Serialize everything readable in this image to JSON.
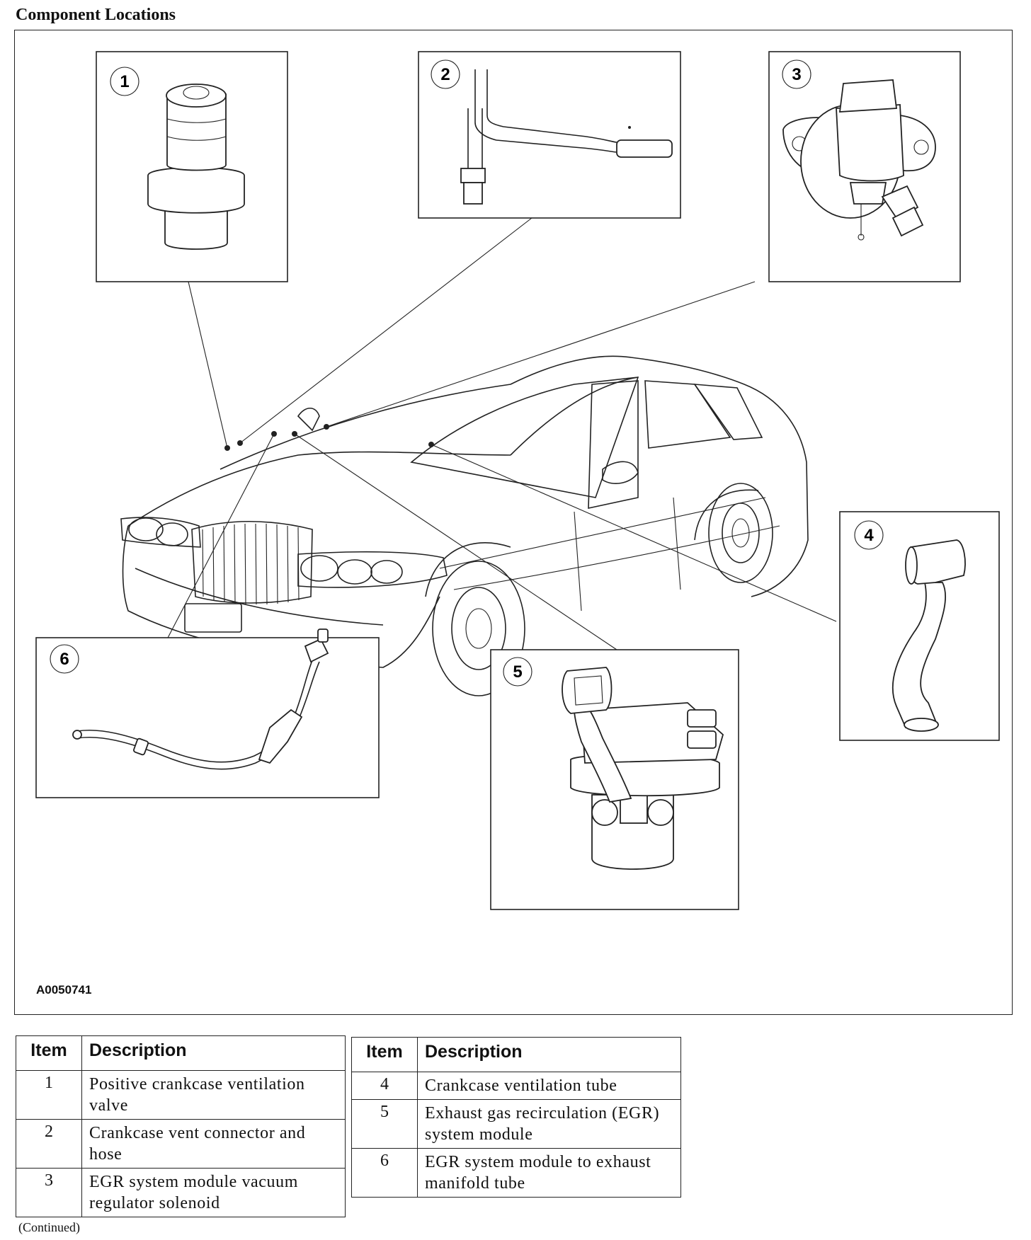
{
  "header": {
    "title": "Component Locations"
  },
  "figure": {
    "id": "A0050741",
    "callouts": [
      "1",
      "2",
      "3",
      "4",
      "5",
      "6"
    ]
  },
  "tables": [
    {
      "headers": [
        "Item",
        "Description"
      ],
      "rows": [
        {
          "item": "1",
          "description": "Positive crankcase ventilation valve"
        },
        {
          "item": "2",
          "description": "Crankcase vent connector and hose"
        },
        {
          "item": "3",
          "description": "EGR system module vacuum regulator solenoid"
        }
      ]
    },
    {
      "headers": [
        "Item",
        "Description"
      ],
      "rows": [
        {
          "item": "4",
          "description": "Crankcase ventilation tube"
        },
        {
          "item": "5",
          "description": "Exhaust gas recirculation (EGR) system module"
        },
        {
          "item": "6",
          "description": "EGR system module to exhaust manifold tube"
        }
      ]
    }
  ],
  "footer": {
    "continued": "(Continued)"
  }
}
